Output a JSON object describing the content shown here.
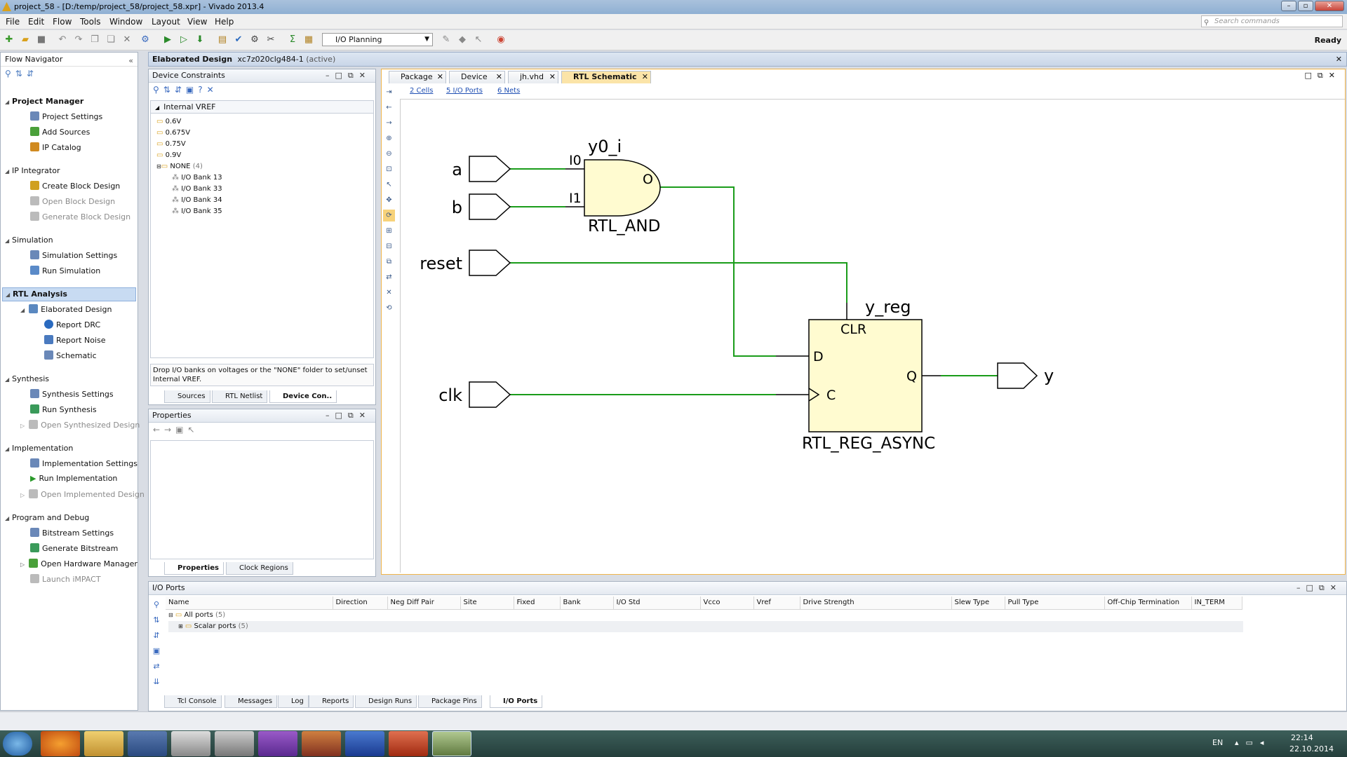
{
  "window": {
    "title": "project_58 - [D:/temp/project_58/project_58.xpr] - Vivado 2013.4"
  },
  "menu": [
    "File",
    "Edit",
    "Flow",
    "Tools",
    "Window",
    "Layout",
    "View",
    "Help"
  ],
  "search": {
    "placeholder": "Search commands"
  },
  "toolbar": {
    "layout": "I/O Planning",
    "status": "Ready"
  },
  "flow_navigator": {
    "title": "Flow Navigator",
    "sections": [
      {
        "label": "Project Manager",
        "items": [
          "Project Settings",
          "Add Sources",
          "IP Catalog"
        ]
      },
      {
        "label": "IP Integrator",
        "items": [
          "Create Block Design",
          "Open Block Design",
          "Generate Block Design"
        ]
      },
      {
        "label": "Simulation",
        "items": [
          "Simulation Settings",
          "Run Simulation"
        ]
      },
      {
        "label": "RTL Analysis",
        "items": [
          "Elaborated Design",
          "Report DRC",
          "Report Noise",
          "Schematic"
        ]
      },
      {
        "label": "Synthesis",
        "items": [
          "Synthesis Settings",
          "Run Synthesis",
          "Open Synthesized Design"
        ]
      },
      {
        "label": "Implementation",
        "items": [
          "Implementation Settings",
          "Run Implementation",
          "Open Implemented Design"
        ]
      },
      {
        "label": "Program and Debug",
        "items": [
          "Bitstream Settings",
          "Generate Bitstream",
          "Open Hardware Manager",
          "Launch iMPACT"
        ]
      }
    ]
  },
  "design_header": {
    "title": "Elaborated Design",
    "part": "xc7z020clg484-1",
    "state": "(active)"
  },
  "device_constraints": {
    "title": "Device Constraints",
    "root": "Internal VREF",
    "voltages": [
      "0.6V",
      "0.675V",
      "0.75V",
      "0.9V"
    ],
    "none_label": "NONE",
    "none_count": "(4)",
    "banks": [
      "I/O Bank 13",
      "I/O Bank 33",
      "I/O Bank 34",
      "I/O Bank 35"
    ],
    "hint": "Drop I/O banks on voltages or the \"NONE\" folder to set/unset Internal VREF.",
    "tabs": [
      "Sources",
      "RTL Netlist",
      "Device Con.."
    ]
  },
  "properties": {
    "title": "Properties",
    "tabs": [
      "Properties",
      "Clock Regions"
    ]
  },
  "editor_tabs": [
    "Package",
    "Device",
    "jh.vhd",
    "RTL Schematic"
  ],
  "schematic": {
    "links": [
      "2 Cells",
      "5 I/O Ports",
      "6 Nets"
    ],
    "ports_in": [
      "a",
      "b",
      "reset",
      "clk"
    ],
    "port_out": "y",
    "and_gate": {
      "instance": "y0_i",
      "type": "RTL_AND",
      "pins": [
        "I0",
        "I1",
        "O"
      ]
    },
    "register": {
      "instance": "y_reg",
      "type": "RTL_REG_ASYNC",
      "pins": [
        "CLR",
        "D",
        "C",
        "Q"
      ]
    }
  },
  "io_ports": {
    "title": "I/O Ports",
    "columns": [
      "Name",
      "Direction",
      "Neg Diff Pair",
      "Site",
      "Fixed",
      "Bank",
      "I/O Std",
      "Vcco",
      "Vref",
      "Drive Strength",
      "Slew Type",
      "Pull Type",
      "Off-Chip Termination",
      "IN_TERM"
    ],
    "rows": [
      {
        "name": "All ports",
        "count": "(5)"
      },
      {
        "name": "Scalar ports",
        "count": "(5)"
      }
    ],
    "tabs": [
      "Tcl Console",
      "Messages",
      "Log",
      "Reports",
      "Design Runs",
      "Package Pins",
      "I/O Ports"
    ]
  },
  "taskbar": {
    "lang": "EN",
    "time": "22:14",
    "date": "22.10.2014"
  },
  "colors": {
    "wire": "#1a9c1a",
    "cell_fill": "#fffbd0",
    "accent": "#f0b44a"
  }
}
